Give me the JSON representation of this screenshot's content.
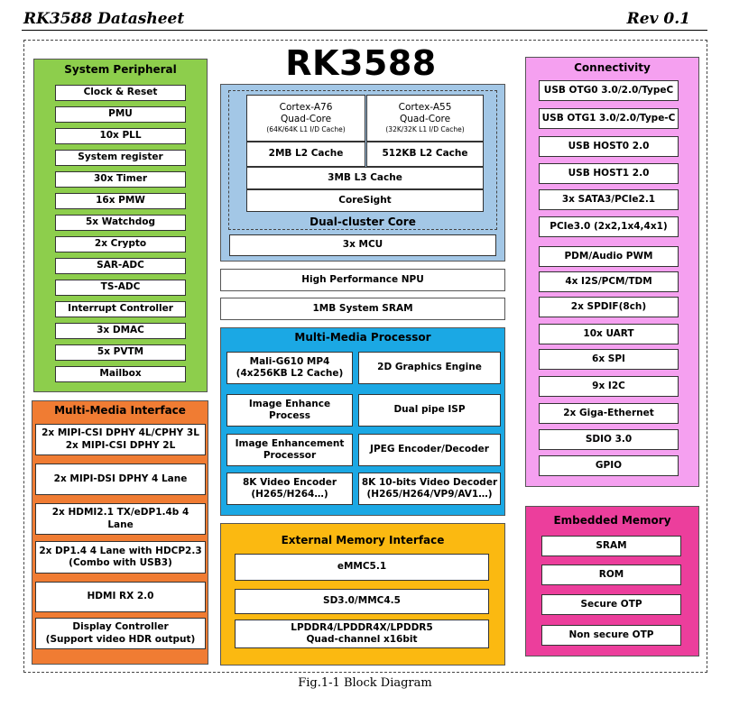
{
  "header": {
    "left": "RK3588 Datasheet",
    "right": "Rev 0.1"
  },
  "chip_title": "RK3588",
  "system_peripheral": {
    "title": "System Peripheral",
    "items": [
      "Clock & Reset",
      "PMU",
      "10x PLL",
      "System register",
      "30x Timer",
      "16x PMW",
      "5x Watchdog",
      "2x Crypto",
      "SAR-ADC",
      "TS-ADC",
      "Interrupt Controller",
      "3x DMAC",
      "5x PVTM",
      "Mailbox"
    ]
  },
  "mm_interface": {
    "title": "Multi-Media Interface",
    "items": [
      "2x MIPI-CSI DPHY 4L/CPHY 3L\n2x MIPI-CSI DPHY 2L",
      "2x MIPI-DSI DPHY 4 Lane",
      "2x HDMI2.1 TX/eDP1.4b 4 Lane",
      "2x DP1.4 4 Lane with HDCP2.3\n(Combo with USB3)",
      "HDMI RX 2.0",
      "Display Controller\n(Support video HDR output)"
    ]
  },
  "core": {
    "a76_name": "Cortex-A76\nQuad-Core",
    "a76_cache": "(64K/64K L1 I/D Cache)",
    "a55_name": "Cortex-A55\nQuad-Core",
    "a55_cache": "(32K/32K L1 I/D Cache)",
    "a76_l2": "2MB L2 Cache",
    "a55_l2": "512KB L2 Cache",
    "l3": "3MB L3 Cache",
    "coresight": "CoreSight",
    "label": "Dual-cluster Core",
    "mcu": "3x MCU"
  },
  "npu": "High Performance NPU",
  "sram": "1MB System SRAM",
  "mm_processor": {
    "title": "Multi-Media Processor",
    "items": [
      "Mali-G610 MP4\n(4x256KB L2 Cache)",
      "2D Graphics Engine",
      "Image Enhance Process",
      "Dual pipe ISP",
      "Image Enhancement\nProcessor",
      "JPEG Encoder/Decoder",
      "8K Video Encoder\n(H265/H264…)",
      "8K 10-bits Video Decoder\n(H265/H264/VP9/AV1…)"
    ]
  },
  "ext_mem": {
    "title": "External Memory Interface",
    "items": [
      "eMMC5.1",
      "SD3.0/MMC4.5",
      "LPDDR4/LPDDR4X/LPDDR5\nQuad-channel x16bit"
    ]
  },
  "connectivity": {
    "title": "Connectivity",
    "items": [
      "USB OTG0 3.0/2.0/TypeC",
      "USB OTG1 3.0/2.0/Type-C",
      "USB HOST0 2.0",
      "USB HOST1 2.0",
      "3x SATA3/PCIe2.1",
      "PCIe3.0 (2x2,1x4,4x1)",
      "PDM/Audio PWM",
      "4x I2S/PCM/TDM",
      "2x SPDIF(8ch)",
      "10x UART",
      "6x SPI",
      "9x I2C",
      "2x Giga-Ethernet",
      "SDIO 3.0",
      "GPIO"
    ]
  },
  "embedded_memory": {
    "title": "Embedded Memory",
    "items": [
      "SRAM",
      "ROM",
      "Secure OTP",
      "Non secure OTP"
    ]
  },
  "caption": "Fig.1-1 Block Diagram",
  "colors": {
    "green": "#8dce4c",
    "orange": "#f07c33",
    "blue_core": "#a3c7e6",
    "blue_mm": "#1ba8e4",
    "yellow": "#fbb911",
    "pink": "#f5a0f0",
    "magenta": "#ec3e9c"
  }
}
